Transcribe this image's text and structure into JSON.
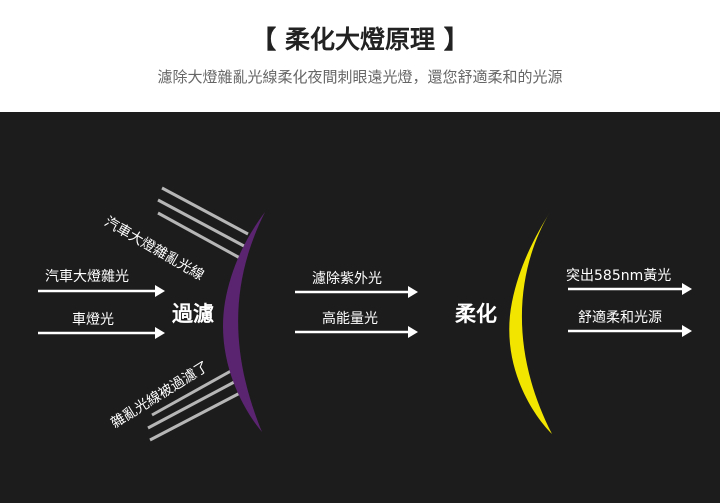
{
  "header": {
    "title": "【 柔化大燈原理 】",
    "subtitle": "濾除大燈雜亂光線柔化夜間刺眼遠光燈，還您舒適柔和的光源"
  },
  "diagram": {
    "left_labels": [
      "汽車大燈雜光",
      "車燈光"
    ],
    "filter_label": "過濾",
    "incoming_diag_label": "汽車大燈雜亂光線",
    "outgoing_diag_label": "雜亂光線被過濾了",
    "middle_labels": [
      "濾除紫外光",
      "高能量光"
    ],
    "soften_label": "柔化",
    "right_labels": [
      "突出585nm黃光",
      "舒適柔和光源"
    ],
    "colors": {
      "filter_lens": "#5a2470",
      "soften_lens": "#f2e600",
      "background": "#1c1c1c"
    }
  }
}
